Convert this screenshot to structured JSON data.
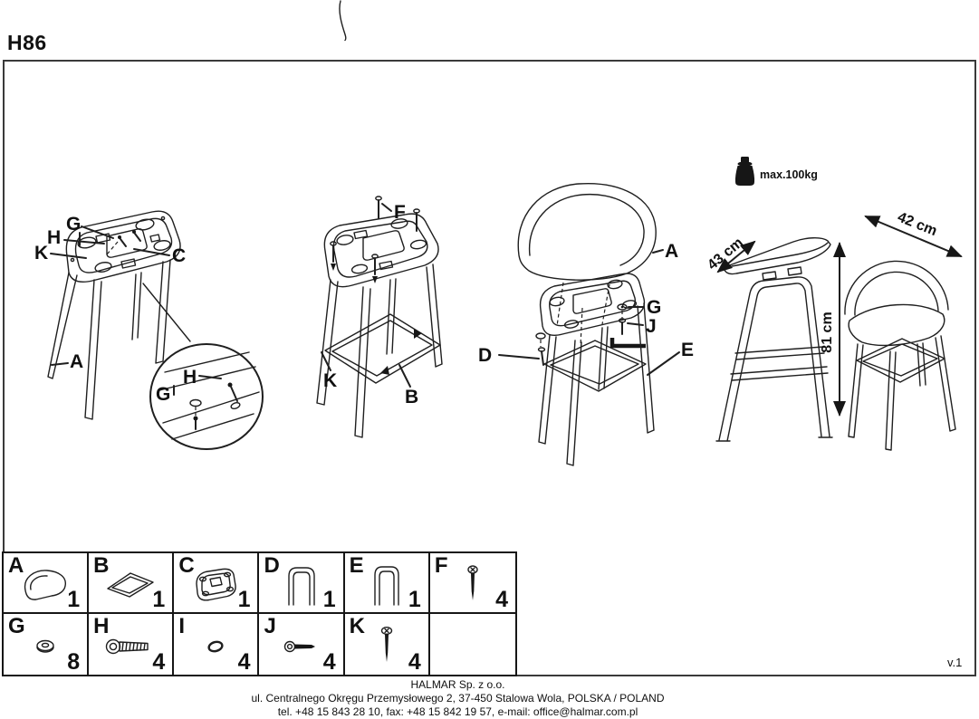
{
  "doc": {
    "model": "H86",
    "version": "v.1"
  },
  "weight": {
    "label": "max.100kg"
  },
  "dims": {
    "depth": "43 cm",
    "height": "81 cm",
    "width": "42 cm"
  },
  "step1": {
    "g": "G",
    "h": "H",
    "k": "K",
    "c": "C",
    "a": "A",
    "zoom_h": "H",
    "zoom_g": "G"
  },
  "step2": {
    "f": "F",
    "k": "K",
    "b": "B"
  },
  "step3": {
    "a": "A",
    "g": "G",
    "j": "J",
    "d": "D",
    "e": "E"
  },
  "parts": [
    {
      "id": "A",
      "qty": "1",
      "icon": "seat-shell"
    },
    {
      "id": "B",
      "qty": "1",
      "icon": "footrest-frame"
    },
    {
      "id": "C",
      "qty": "1",
      "icon": "seat-bracket"
    },
    {
      "id": "D",
      "qty": "1",
      "icon": "leg-frame"
    },
    {
      "id": "E",
      "qty": "1",
      "icon": "leg-frame"
    },
    {
      "id": "F",
      "qty": "4",
      "icon": "long-screw"
    },
    {
      "id": "G",
      "qty": "8",
      "icon": "washer"
    },
    {
      "id": "H",
      "qty": "4",
      "icon": "hex-bolt"
    },
    {
      "id": "I",
      "qty": "4",
      "icon": "ring"
    },
    {
      "id": "J",
      "qty": "4",
      "icon": "short-bolt"
    },
    {
      "id": "K",
      "qty": "4",
      "icon": "long-screw"
    }
  ],
  "footer": {
    "company": "HALMAR Sp. z o.o.",
    "address": "ul. Centralnego Okręgu Przemysłowego 2, 37-450 Stalowa Wola, POLSKA / POLAND",
    "contact": "tel. +48 15 843 28 10, fax: +48 15 842 19 57, e-mail: office@halmar.com.pl"
  },
  "colors": {
    "ink": "#1f1f1f",
    "background": "#ffffff"
  }
}
